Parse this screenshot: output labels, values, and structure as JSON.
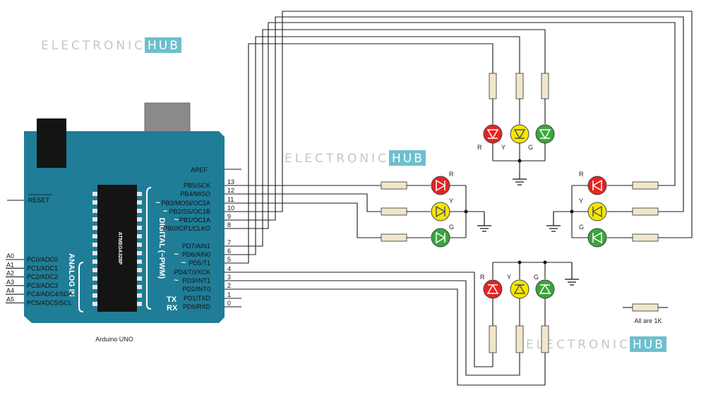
{
  "watermarks": [
    {
      "word": "ELECTRONICS",
      "hub": "HUB"
    },
    {
      "word": "ELECTRONICS",
      "hub": "HUB"
    },
    {
      "word": "ELECTRONICS",
      "hub": "HUB"
    }
  ],
  "colors": {
    "board": "#1f7d97",
    "board_dark": "#176a80",
    "red_led": "#e52421",
    "yellow_led": "#f6e600",
    "green_led": "#3aa63a",
    "resistor_fill": "#f1e6c9",
    "watermark_box": "#6dbfcc"
  },
  "board": {
    "name": "Arduino UNO",
    "chip": "ATMEGA328P",
    "analog_in": "ANALOG IN",
    "digital": "DIGITAL (~PWM)",
    "reset": "RESET",
    "aref": "AREF",
    "tx": "TX",
    "rx": "RX",
    "tilde": "~"
  },
  "analog_pins": [
    {
      "pin": "A0",
      "label": "PC0/ADC0"
    },
    {
      "pin": "A1",
      "label": "PC1/ADC1"
    },
    {
      "pin": "A2",
      "label": "PC2/ADC2"
    },
    {
      "pin": "A3",
      "label": "PC3/ADC3"
    },
    {
      "pin": "A4",
      "label": "PC4/ADC4/SDA"
    },
    {
      "pin": "A5",
      "label": "PC5/ADC5/SCL"
    }
  ],
  "digital_pins": [
    {
      "num": "13",
      "label": "PB5/SCK"
    },
    {
      "num": "12",
      "label": "PB4/MISO"
    },
    {
      "num": "11",
      "label": "PB3/MOSI/OC2A"
    },
    {
      "num": "10",
      "label": "PB2/SS/OC1B"
    },
    {
      "num": "9",
      "label": "PB1/OC1A"
    },
    {
      "num": "8",
      "label": "PB0/ICP1/CLKO"
    },
    {
      "num": "7",
      "label": "PD7/AIN1"
    },
    {
      "num": "6",
      "label": "PD6/AIN0"
    },
    {
      "num": "5",
      "label": "PD5/T1"
    },
    {
      "num": "4",
      "label": "PD4/T0/XCK"
    },
    {
      "num": "3",
      "label": "PD3/INT1"
    },
    {
      "num": "2",
      "label": "PD2/INT0"
    },
    {
      "num": "1",
      "label": "PD1/TXD"
    },
    {
      "num": "0",
      "label": "PD0/RXD"
    }
  ],
  "led_labels": {
    "red": "R",
    "yellow": "Y",
    "green": "G"
  },
  "legend": {
    "text": "All are 1K"
  }
}
